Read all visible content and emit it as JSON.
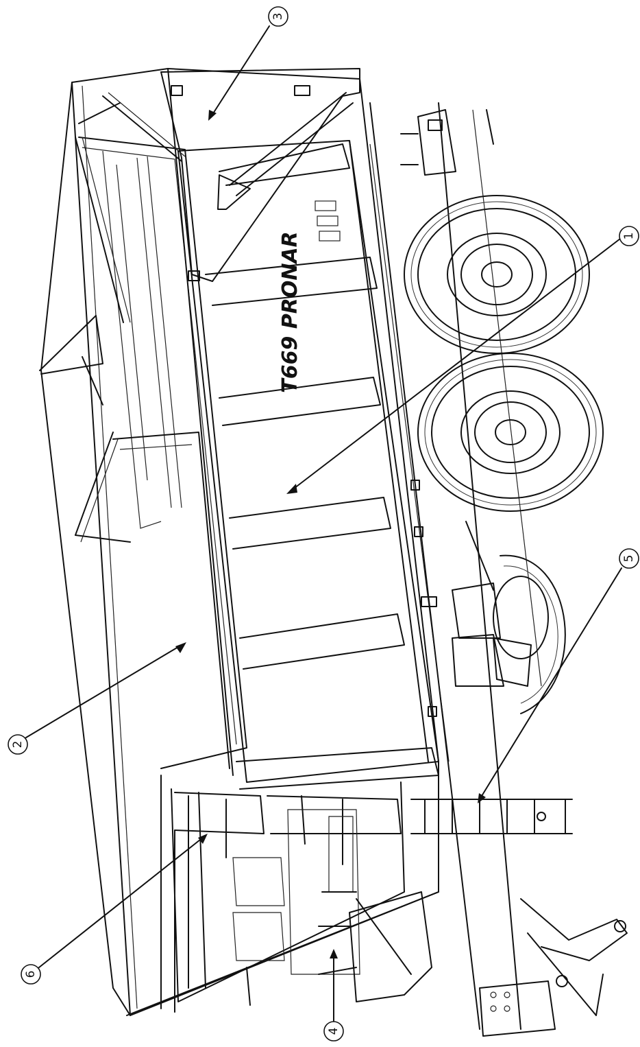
{
  "brand_label": "T669 PRONAR",
  "callouts": [
    {
      "number": "1",
      "target": "side wall"
    },
    {
      "number": "2",
      "target": "inner side wall"
    },
    {
      "number": "3",
      "target": "front wall"
    },
    {
      "number": "4",
      "target": "rear beaters"
    },
    {
      "number": "5",
      "target": "ladder"
    },
    {
      "number": "6",
      "target": "rear guard rail"
    }
  ]
}
